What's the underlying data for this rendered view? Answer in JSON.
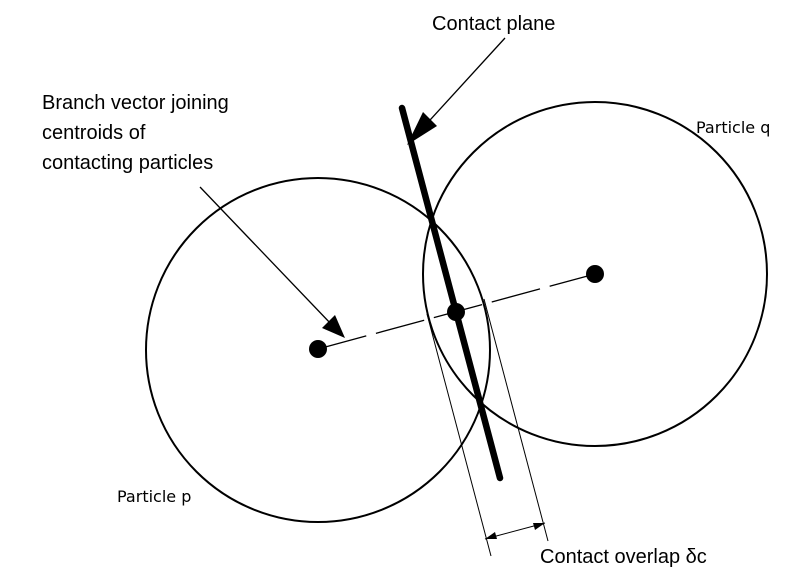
{
  "labels": {
    "contact_plane": "Contact plane",
    "branch_vector_line1": "Branch vector joining",
    "branch_vector_line2": "centroids of",
    "branch_vector_line3": "contacting particles",
    "particle_q": "Particle q",
    "particle_p": "Particle p",
    "contact_overlap": "Contact overlap δc"
  },
  "colors": {
    "ink": "#000000",
    "background": "#ffffff"
  }
}
